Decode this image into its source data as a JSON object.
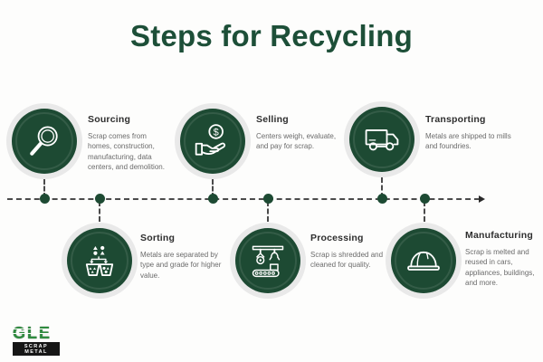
{
  "title": "Steps for Recycling",
  "steps": [
    {
      "label": "Sourcing",
      "description": "Scrap comes from homes, construction, manufacturing, data centers, and demolition.",
      "icon": "magnifier-icon"
    },
    {
      "label": "Selling",
      "description": "Centers weigh, evaluate, and pay for scrap.",
      "icon": "hand-coin-icon"
    },
    {
      "label": "Transporting",
      "description": "Metals are shipped to mills and foundries.",
      "icon": "truck-icon"
    },
    {
      "label": "Sorting",
      "description": "Metals are separated by type and grade for higher value.",
      "icon": "sorting-bins-icon"
    },
    {
      "label": "Processing",
      "description": "Scrap is shredded and cleaned for quality.",
      "icon": "conveyor-robot-icon"
    },
    {
      "label": "Manufacturing",
      "description": "Scrap is melted and reused in cars, appliances, buildings, and more.",
      "icon": "hard-hat-icon"
    }
  ],
  "icons": {
    "coin_symbol": "$"
  },
  "logo": {
    "brand": "GLE",
    "tagline": "SCRAP METAL"
  },
  "colors": {
    "title_green": "#1d4f38",
    "circle_green": "#1d4a33",
    "ring_gray": "#e9e9e9",
    "timeline_gray": "#4b4b4b",
    "heading_text": "#2e2e2e",
    "body_text": "#6b6b6b",
    "logo_green": "#2e8b3e",
    "logo_bar": "#161616",
    "background": "#fdfdfc"
  }
}
